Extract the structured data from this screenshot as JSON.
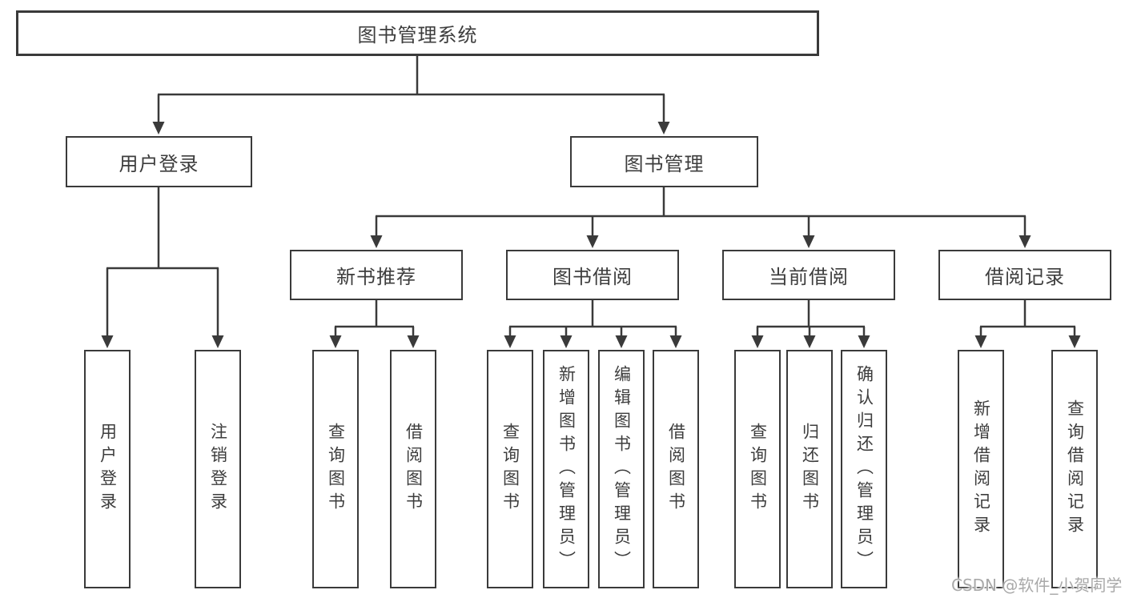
{
  "tree": {
    "root_label": "图书管理系统",
    "level2": [
      {
        "label": "用户登录"
      },
      {
        "label": "图书管理"
      }
    ],
    "level3": [
      {
        "label": "新书推荐",
        "parent": "图书管理"
      },
      {
        "label": "图书借阅",
        "parent": "图书管理"
      },
      {
        "label": "当前借阅",
        "parent": "图书管理"
      },
      {
        "label": "借阅记录",
        "parent": "图书管理"
      }
    ],
    "leaves": [
      {
        "label": "用户登录",
        "parent": "用户登录"
      },
      {
        "label": "注销登录",
        "parent": "用户登录"
      },
      {
        "label": "查询图书",
        "parent": "新书推荐"
      },
      {
        "label": "借阅图书",
        "parent": "新书推荐"
      },
      {
        "label": "查询图书",
        "parent": "图书借阅"
      },
      {
        "label": "新增图书（管理员）",
        "parent": "图书借阅"
      },
      {
        "label": "编辑图书（管理员）",
        "parent": "图书借阅"
      },
      {
        "label": "借阅图书",
        "parent": "图书借阅"
      },
      {
        "label": "查询图书",
        "parent": "当前借阅"
      },
      {
        "label": "归还图书",
        "parent": "当前借阅"
      },
      {
        "label": "确认归还（管理员）",
        "parent": "当前借阅"
      },
      {
        "label": "新增借阅记录",
        "parent": "借阅记录"
      },
      {
        "label": "查询借阅记录",
        "parent": "借阅记录"
      }
    ]
  },
  "watermark": {
    "text": "CSDN @软件_小贺同学"
  },
  "colors": {
    "line": "#3a3a3a",
    "text": "#3d3d3d",
    "watermark": "#a9a9a9",
    "background": "#ffffff"
  }
}
